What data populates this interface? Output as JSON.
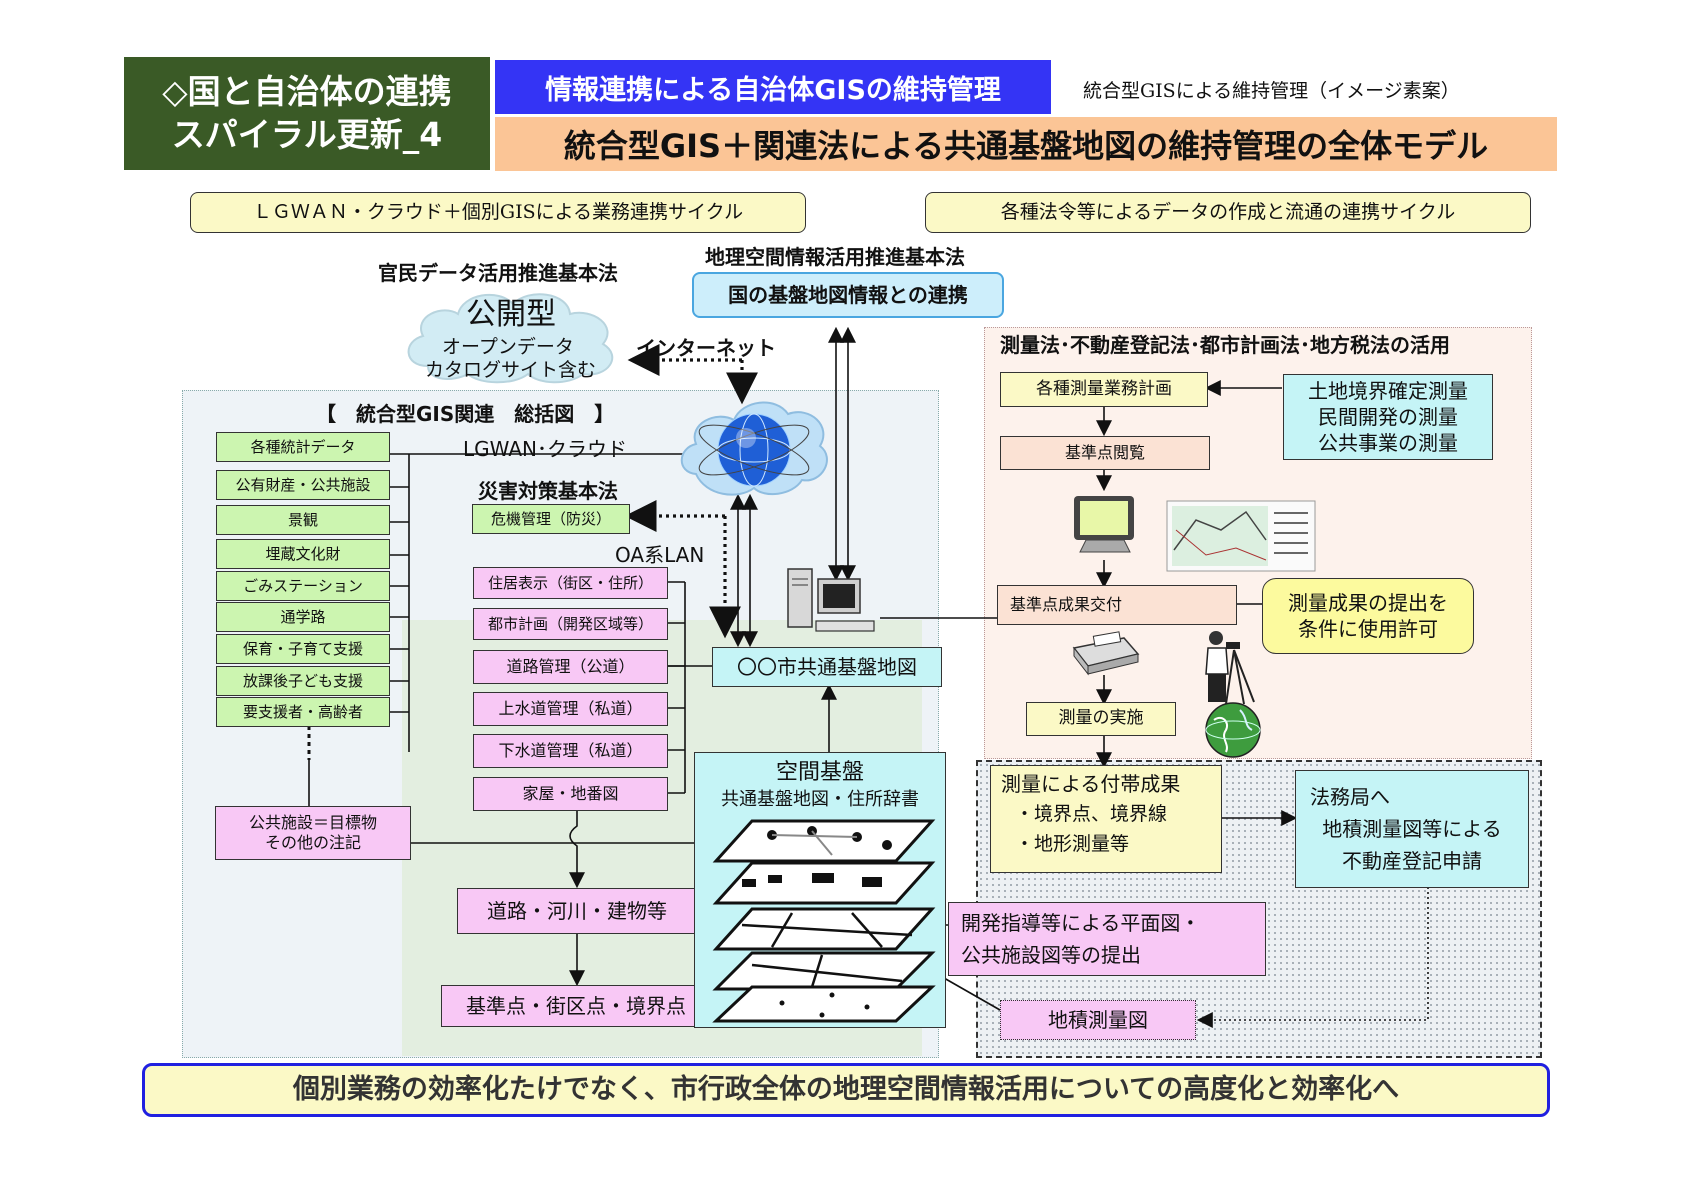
{
  "header": {
    "corner_title_1": "◇国と自治体の連携",
    "corner_title_2": "スパイラル更新_4",
    "blue_banner": "情報連携による自治体GISの維持管理",
    "note": "統合型GISによる維持管理（イメージ素案）",
    "orange_banner": "統合型GIS＋関連法による共通基盤地図の維持管理の全体モデル"
  },
  "cycles": {
    "left": "ＬＧＷＡＮ・クラウド＋個別GISによる業務連携サイクル",
    "right": "各種法令等によるデータの作成と流通の連携サイクル"
  },
  "laws": {
    "public_private": "官民データ活用推進基本法",
    "geospatial": "地理空間情報活用推進基本法",
    "survey": "測量法･不動産登記法･都市計画法･地方税法の活用",
    "disaster": "災害対策基本法"
  },
  "cloud": {
    "title": "公開型",
    "line1": "オープンデータ",
    "line2": "カタログサイト含む"
  },
  "national_link": "国の基盤地図情報との連携",
  "network": {
    "internet": "インターネット",
    "lgwan": "LGWAN･クラウド",
    "oa_lan": "OA系LAN"
  },
  "summary_title": "【　統合型GIS関連　総括図　】",
  "left_items": [
    "各種統計データ",
    "公有財産・公共施設",
    "景観",
    "埋蔵文化財",
    "ごみステーション",
    "通学路",
    "保育・子育て支援",
    "放課後子ども支援",
    "要支援者・高齢者"
  ],
  "crisis": "危機管理（防災）",
  "mid_items": [
    "住居表示（街区・住所）",
    "都市計画（開発区域等）",
    "道路管理（公道）",
    "上水道管理（私道）",
    "下水道管理（私道）",
    "家屋・地番図"
  ],
  "common_map": "〇〇市共通基盤地図",
  "facility_note": {
    "line1": "公共施設＝目標物",
    "line2": "その他の注記"
  },
  "roads": "道路・河川・建物等",
  "points": "基準点・街区点・境界点",
  "spatial": {
    "title": "空間基盤",
    "subtitle": "共通基盤地図・住所辞書"
  },
  "survey_flow": {
    "plan": "各種測量業務計画",
    "view": "基準点閲覧",
    "issue": "基準点成果交付",
    "execute": "測量の実施"
  },
  "survey_types": [
    "土地境界確定測量",
    "民間開発の測量",
    "公共事業の測量"
  ],
  "callout": {
    "line1": "測量成果の提出を",
    "line2": "条件に使用許可"
  },
  "results": {
    "title": "測量による付帯成果",
    "item1": "・境界点、境界線",
    "item2": "・地形測量等"
  },
  "legal": {
    "title": "法務局へ",
    "line1": "地積測量図等による",
    "line2": "不動産登記申請"
  },
  "dev": {
    "line1": "開発指導等による平面図・",
    "line2": "公共施設図等の提出"
  },
  "cadastral": "地積測量図",
  "bottom_banner": "個別業務の効率化たけでなく、市行政全体の地理空間情報活用についての高度化と効率化へ",
  "colors": {
    "dark_green": "#3a5a26",
    "blue": "#3434f5",
    "orange": "#fbc596",
    "green_box": "#ccf5b0",
    "pink_box": "#f8c8f5",
    "cyan_box": "#c5f4f6",
    "yellow_box": "#fbf9c6"
  },
  "icons": [
    "cloud-icon",
    "globe-network-icon",
    "computer-icon",
    "monitor-icon",
    "map-thumbnail-icon",
    "printer-icon",
    "surveyor-icon",
    "earth-globe-icon",
    "map-layers-icon"
  ]
}
